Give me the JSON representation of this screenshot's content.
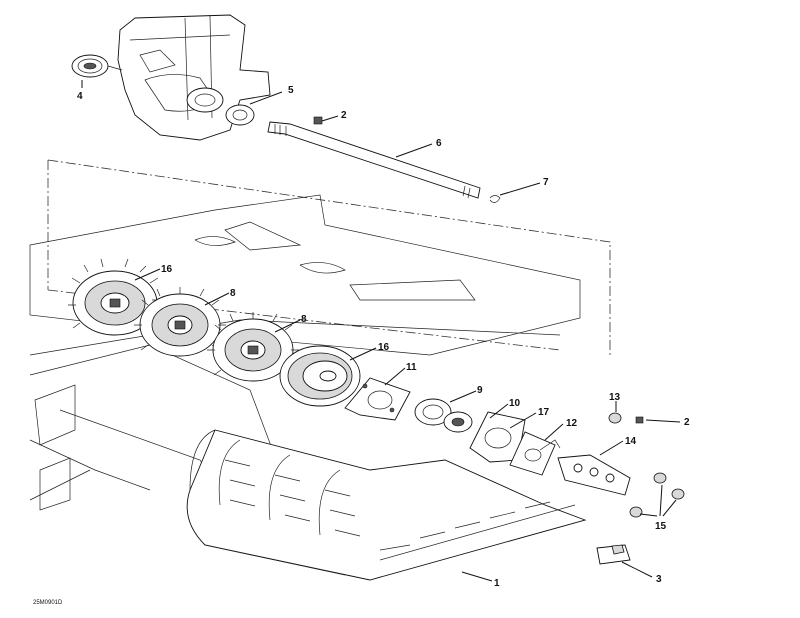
{
  "diagram": {
    "reference_code": "25M0901D",
    "callouts": [
      {
        "id": "c4",
        "label": "4"
      },
      {
        "id": "c5",
        "label": "5"
      },
      {
        "id": "c2a",
        "label": "2"
      },
      {
        "id": "c6",
        "label": "6"
      },
      {
        "id": "c7",
        "label": "7"
      },
      {
        "id": "c16a",
        "label": "16"
      },
      {
        "id": "c8a",
        "label": "8"
      },
      {
        "id": "c8b",
        "label": "8"
      },
      {
        "id": "c16b",
        "label": "16"
      },
      {
        "id": "c11",
        "label": "11"
      },
      {
        "id": "c9",
        "label": "9"
      },
      {
        "id": "c10",
        "label": "10"
      },
      {
        "id": "c17",
        "label": "17"
      },
      {
        "id": "c12",
        "label": "12"
      },
      {
        "id": "c13",
        "label": "13"
      },
      {
        "id": "c2b",
        "label": "2"
      },
      {
        "id": "c14",
        "label": "14"
      },
      {
        "id": "c15",
        "label": "15"
      },
      {
        "id": "c1",
        "label": "1"
      },
      {
        "id": "c3",
        "label": "3"
      }
    ]
  }
}
